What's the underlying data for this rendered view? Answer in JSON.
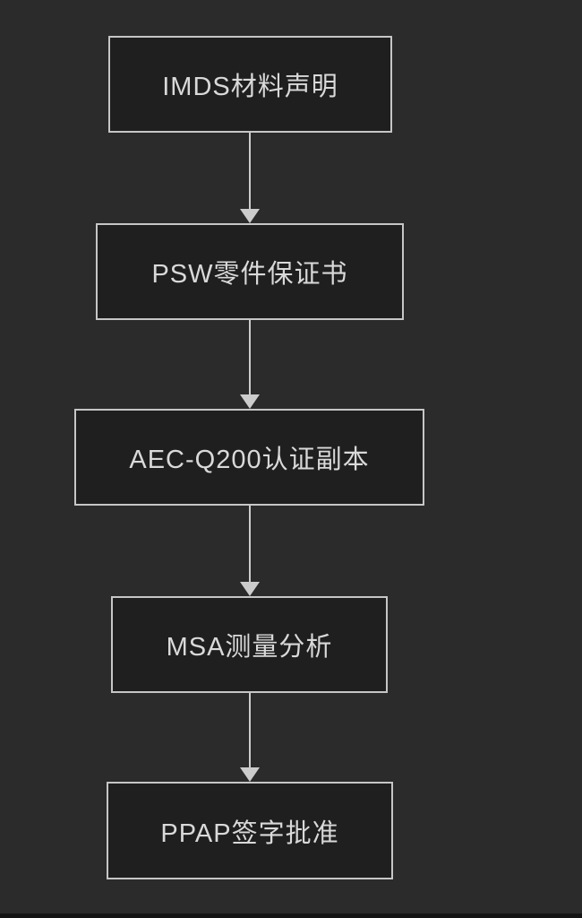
{
  "diagram": {
    "type": "flowchart",
    "orientation": "vertical",
    "background_color": "#2b2b2b",
    "node_fill_color": "#1f1f1f",
    "node_border_color": "#c6c6c6",
    "text_color": "#d9d9d9",
    "arrow_color": "#cccccc",
    "nodes": [
      {
        "label": "IMDS材料声明"
      },
      {
        "label": "PSW零件保证书"
      },
      {
        "label": "AEC-Q200认证副本"
      },
      {
        "label": "MSA测量分析"
      },
      {
        "label": "PPAP签字批准"
      }
    ],
    "edges": [
      {
        "from": 0,
        "to": 1
      },
      {
        "from": 1,
        "to": 2
      },
      {
        "from": 2,
        "to": 3
      },
      {
        "from": 3,
        "to": 4
      }
    ]
  }
}
